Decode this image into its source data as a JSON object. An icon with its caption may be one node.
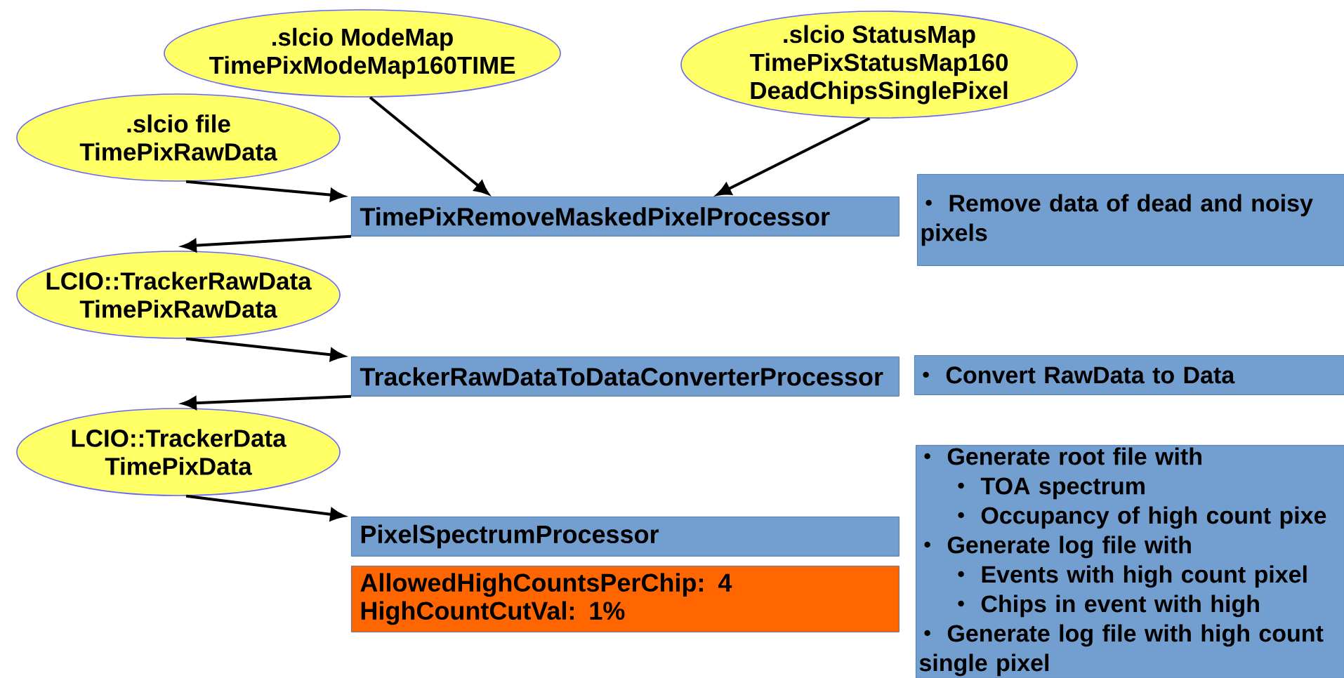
{
  "diagram": {
    "nodes": [
      {
        "text": [
          ".slcio ModeMap",
          "TimePixModeMap160TIME"
        ]
      },
      {
        "text": [
          ".slcio StatusMap",
          "TimePixStatusMap160",
          "DeadChipsSinglePixel"
        ]
      },
      {
        "text": [
          ".slcio file",
          "TimePixRawData"
        ]
      },
      {
        "text": [
          "TimePixRemoveMaskedPixelProcessor"
        ]
      },
      {
        "text": [
          "Remove data of dead and noisy pixels"
        ]
      },
      {
        "text": [
          "LCIO::TrackerRawData",
          "TimePixRawData"
        ]
      },
      {
        "text": [
          "TrackerRawDataToDataConverterProcessor"
        ]
      },
      {
        "text": [
          "Convert RawData to Data"
        ]
      },
      {
        "text": [
          "LCIO::TrackerData",
          "TimePixData"
        ]
      },
      {
        "text": [
          "PixelSpectrumProcessor"
        ]
      },
      {
        "text": [
          "AllowedHighCountsPerChip: 4",
          "HighCountCutVal: 1%"
        ]
      },
      {
        "text": [
          "Generate root file with",
          "TOA spectrum",
          "Occupancy of high count pixe",
          "Generate log file with",
          "Events with high count pixel",
          "Chips in event with high",
          "Generate log file with high count single pixel"
        ]
      }
    ],
    "edges": [
      {
        "from": 0,
        "to": 3,
        "arrow": "to"
      },
      {
        "from": 1,
        "to": 3,
        "arrow": "to"
      },
      {
        "from": 2,
        "to": 3,
        "arrow": "to"
      },
      {
        "from": 3,
        "to": 5,
        "arrow": "to"
      },
      {
        "from": 5,
        "to": 6,
        "arrow": "to"
      },
      {
        "from": 6,
        "to": 8,
        "arrow": "to"
      },
      {
        "from": 8,
        "to": 9,
        "arrow": "to"
      }
    ]
  }
}
